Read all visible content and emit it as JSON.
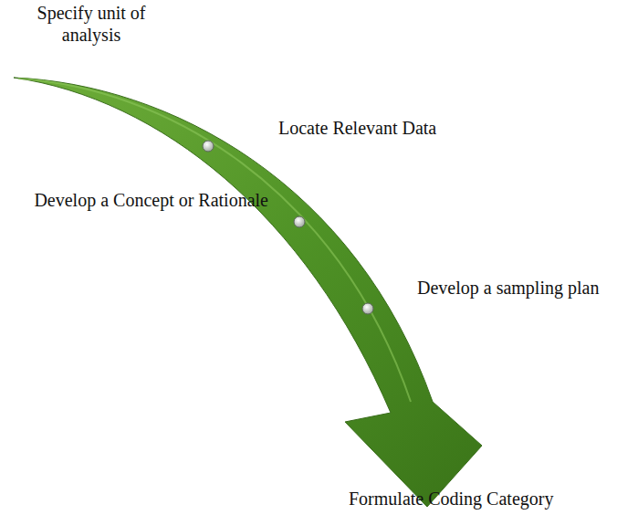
{
  "diagram": {
    "labels": [
      "Specify unit of analysis",
      "Locate Relevant Data",
      "Develop a Concept or Rationale",
      "Develop a sampling plan",
      "Formulate Coding Category"
    ]
  }
}
